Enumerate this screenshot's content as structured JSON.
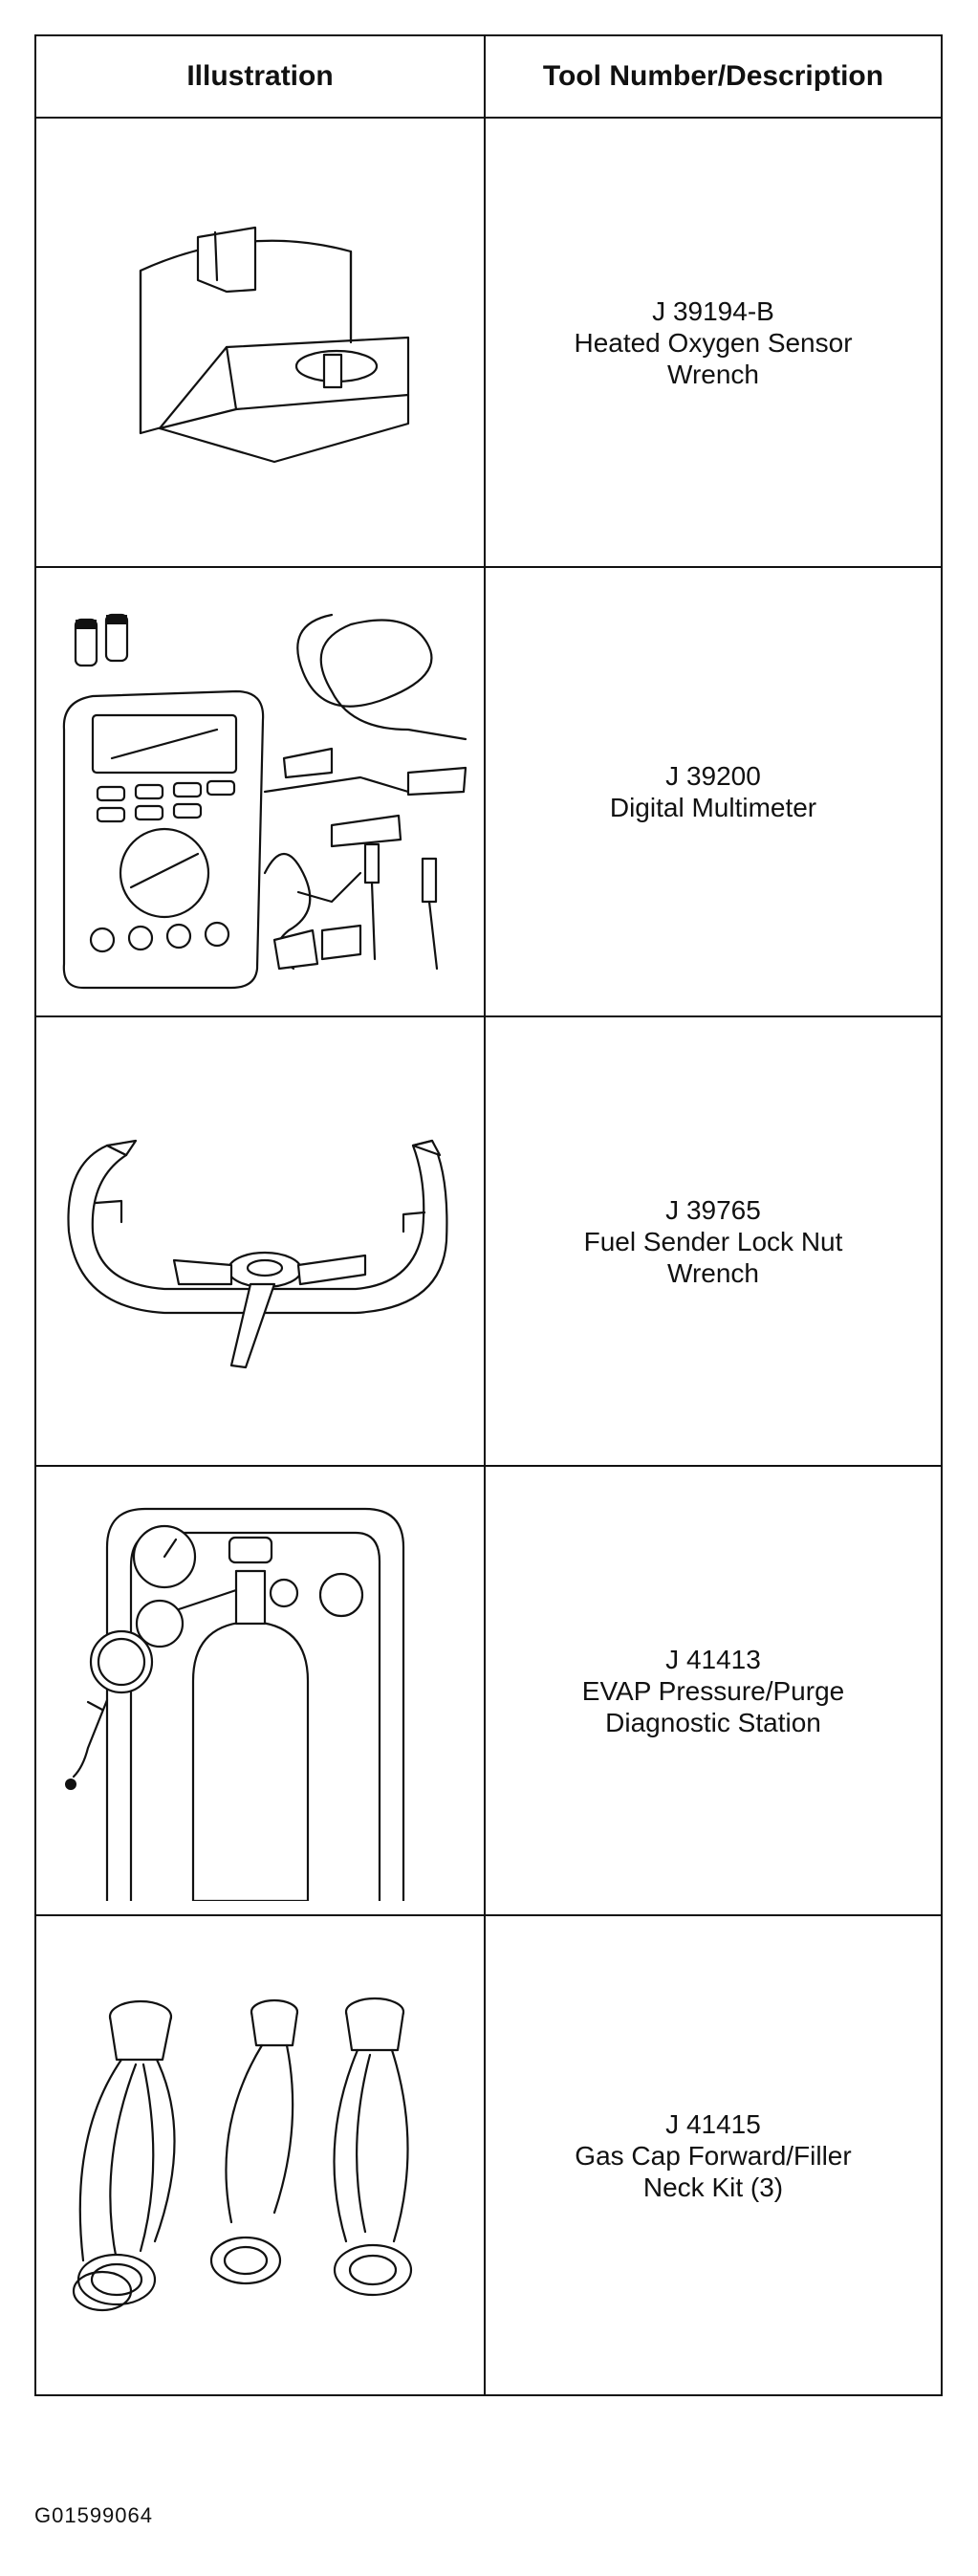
{
  "table": {
    "headers": {
      "illustration": "Illustration",
      "description": "Tool Number/Description"
    },
    "rows": [
      {
        "number": "J 39194-B",
        "description_lines": [
          "Heated Oxygen Sensor",
          "Wrench"
        ],
        "illustration": "oxygen-sensor-wrench-icon"
      },
      {
        "number": "J 39200",
        "description_lines": [
          "Digital Multimeter"
        ],
        "illustration": "digital-multimeter-icon"
      },
      {
        "number": "J 39765",
        "description_lines": [
          "Fuel Sender Lock Nut",
          "Wrench"
        ],
        "illustration": "lock-nut-wrench-icon"
      },
      {
        "number": "J 41413",
        "description_lines": [
          "EVAP Pressure/Purge",
          "Diagnostic Station"
        ],
        "illustration": "evap-station-icon"
      },
      {
        "number": "J 41415",
        "description_lines": [
          "Gas Cap Forward/Filler",
          "Neck Kit (3)"
        ],
        "illustration": "filler-neck-kit-icon"
      }
    ]
  },
  "footer": {
    "figure_code": "G01599064"
  }
}
